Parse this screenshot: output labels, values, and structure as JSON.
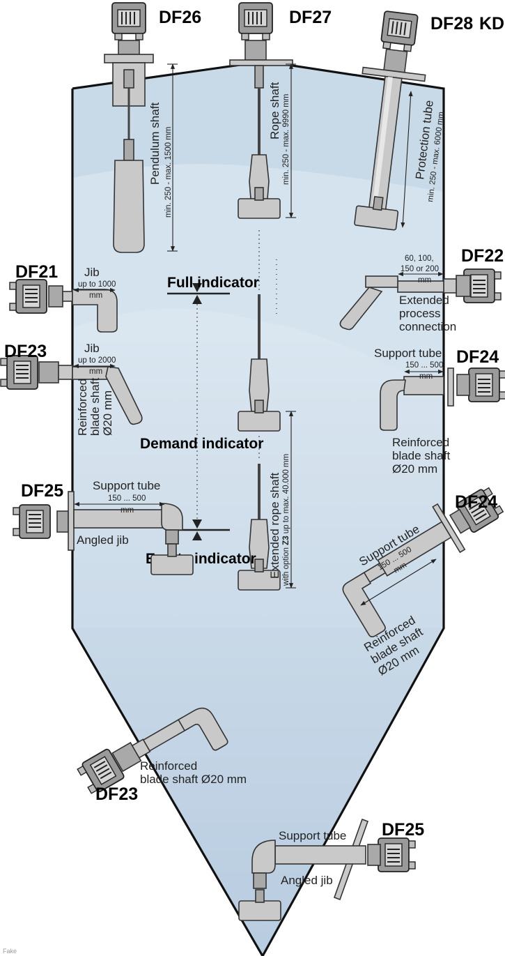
{
  "colors": {
    "silo_fill": "#c5d6e5",
    "material_light": "#d9e5ef",
    "material": "#b7cbe0",
    "wall": "#111111",
    "probe_fill": "#c9c9c9",
    "housing_fill": "#8f8f8f"
  },
  "sensors": {
    "df26": "DF26",
    "df27": "DF27",
    "df28": "DF28",
    "kd": "KD",
    "df21": "DF21",
    "df22": "DF22",
    "df23_side": "DF23",
    "df24_side": "DF24",
    "df24_cone": "DF24",
    "df25_side": "DF25",
    "df23_cone": "DF23",
    "df25_cone": "DF25"
  },
  "indicators": {
    "full": "Full indicator",
    "demand": "Demand indicator",
    "empty": "Empty indicator"
  },
  "labels": {
    "pendulum_shaft": "Pendulum shaft",
    "pendulum_range": "min. 250 - max. 1500 mm",
    "rope_shaft": "Rope shaft",
    "rope_range": "min. 250 - max. 9990 mm",
    "protection_tube": "Protection tube",
    "protection_range": "min. 250 - max. 6000 mm",
    "jib_1": "Jib",
    "jib_1_range": "up to 1000",
    "jib_1_unit": "mm",
    "ext_line1": "60, 100,",
    "ext_line2": "150 or 200",
    "ext_unit": "mm",
    "ext_desc_1": "Extended",
    "ext_desc_2": "process",
    "ext_desc_3": "connection",
    "jib_2": "Jib",
    "jib_2_range": "up to 2000",
    "jib_2_unit": "mm",
    "reinf_v1": "Reinforced",
    "reinf_v2": "blade shaft",
    "reinf_v3": "Ø20 mm",
    "ext_rope": "Extended rope shaft",
    "ext_rope_opt_pre": "with option ",
    "ext_rope_opt_code": "Z3",
    "ext_rope_opt_post": " up to max. 40.000 mm",
    "support_tube_r": "Support tube",
    "support_r_range": "150 ... 500",
    "support_r_unit": "mm",
    "reinf_r1": "Reinforced",
    "reinf_r2": "blade shaft",
    "reinf_r3": "Ø20 mm",
    "support_tube_l": "Support tube",
    "support_l_range": "150 ... 500",
    "support_l_unit": "mm",
    "angled_jib_l": "Angled jib",
    "support_tube_d": "Support tube",
    "support_d_range": "150 ... 500",
    "support_d_unit": "mm",
    "reinf_d1": "Reinforced",
    "reinf_d2": "blade shaft",
    "reinf_d3": "Ø20 mm",
    "reinf_c1": "Reinforced",
    "reinf_c2": "blade shaft Ø20 mm",
    "support_tube_c": "Support tube",
    "angled_jib_c": "Angled jib",
    "watermark": "Fake"
  }
}
